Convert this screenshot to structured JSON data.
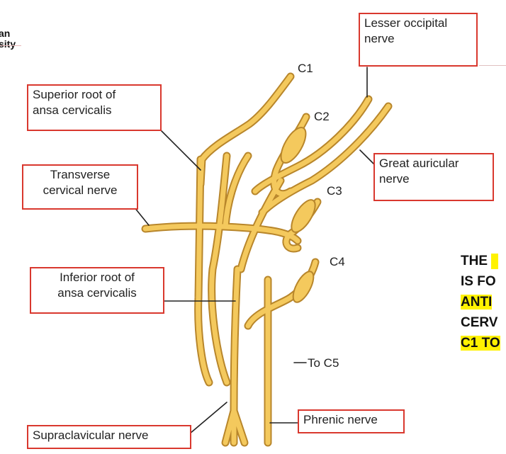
{
  "university": {
    "line1": "an",
    "line2": "sity"
  },
  "labels": {
    "superior_root": {
      "line1": "Superior root of",
      "line2": "ansa cervicalis"
    },
    "transverse": {
      "line1": "Transverse",
      "line2": "cervical nerve"
    },
    "inferior_root": {
      "line1": "Inferior root of",
      "line2": "ansa cervicalis"
    },
    "supraclavicular": "Supraclavicular nerve",
    "lesser_occipital": {
      "line1": "Lesser occipital",
      "line2": "nerve"
    },
    "great_auricular": {
      "line1": "Great auricular",
      "line2": "nerve"
    },
    "phrenic": "Phrenic nerve"
  },
  "vertebrae": {
    "c1": "C1",
    "c2": "C2",
    "c3": "C3",
    "c4": "C4",
    "c5": "To C5"
  },
  "caption": {
    "line1": "THE",
    "line2": "IS FO",
    "line3": "ANTI",
    "line4": "CERV",
    "line5": "C1 TO"
  },
  "colors": {
    "nerve": "#f4c95d",
    "nerve_dark": "#b8862b",
    "box_border": "#d9382e",
    "highlight": "#fff200"
  }
}
